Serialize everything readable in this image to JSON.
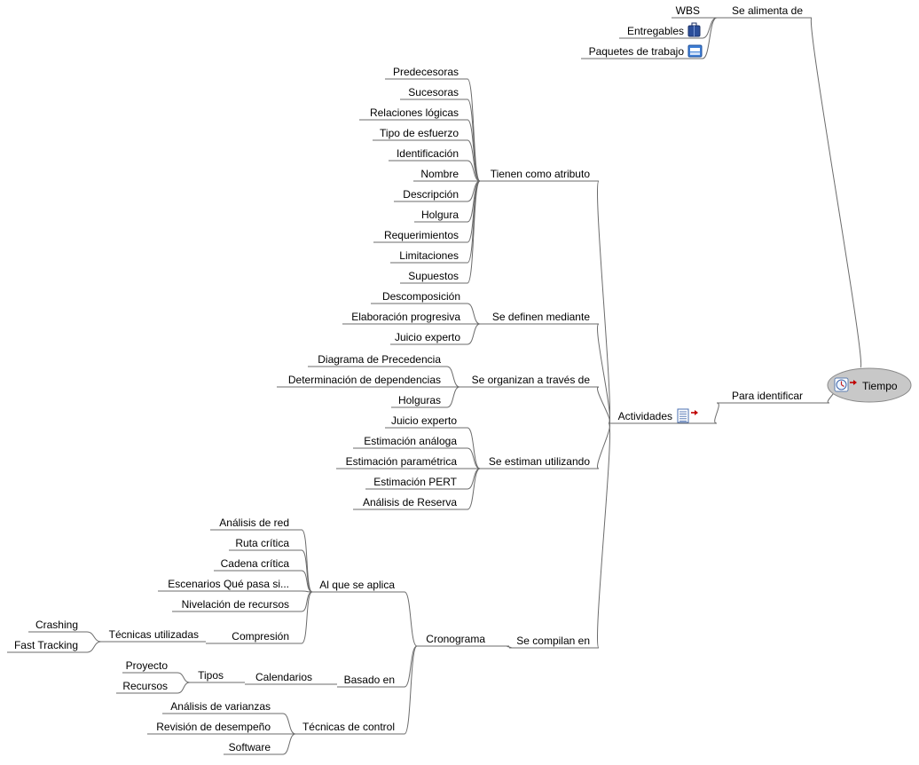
{
  "root": {
    "label": "Tiempo",
    "icon": "clock-icon",
    "link_icon": "red-arrow-icon"
  },
  "branches": {
    "se_alimenta_de": {
      "label": "Se alimenta de",
      "children": [
        {
          "label": "WBS"
        },
        {
          "label": "Entregables",
          "icon": "briefcase-icon"
        },
        {
          "label": "Paquetes de trabajo",
          "icon": "folder-icon"
        }
      ]
    },
    "para_identificar": {
      "label": "Para identificar",
      "actividades": {
        "label": "Actividades",
        "icons": [
          "task-list-icon",
          "red-arrow-icon"
        ],
        "groups": [
          {
            "label": "Tienen como atributo",
            "children": [
              "Predecesoras",
              "Sucesoras",
              "Relaciones lógicas",
              "Tipo de esfuerzo",
              "Identificación",
              "Nombre",
              "Descripción",
              "Holgura",
              "Requerimientos",
              "Limitaciones",
              "Supuestos"
            ]
          },
          {
            "label": "Se definen mediante",
            "children": [
              "Descomposición",
              "Elaboración progresiva",
              "Juicio experto"
            ]
          },
          {
            "label": "Se organizan a través de",
            "children": [
              "Diagrama de Precedencia",
              "Determinación de dependencias",
              "Holguras"
            ]
          },
          {
            "label": "Se estiman utilizando",
            "children": [
              "Juicio experto",
              "Estimación análoga",
              "Estimación paramétrica",
              "Estimación PERT",
              "Análisis de Reserva"
            ]
          }
        ],
        "se_compilan_en": {
          "label": "Se compilan en",
          "cronograma": {
            "label": "Cronograma",
            "al_que_se_aplica": {
              "label": "Al que se aplica",
              "children": [
                "Análisis de red",
                "Ruta crítica",
                "Cadena crítica",
                "Escenarios Qué pasa si...",
                "Nivelación de recursos"
              ],
              "compresion": {
                "label": "Compresión",
                "tecnicas": {
                  "label": "Técnicas utilizadas",
                  "children": [
                    "Crashing",
                    "Fast Tracking"
                  ]
                }
              }
            },
            "basado_en": {
              "label": "Basado en",
              "calendarios": {
                "label": "Calendarios",
                "tipos": {
                  "label": "Tipos",
                  "children": [
                    "Proyecto",
                    "Recursos"
                  ]
                }
              }
            },
            "tecnicas_de_control": {
              "label": "Técnicas de control",
              "children": [
                "Análisis de varianzas",
                "Revisión de desempeño",
                "Software"
              ]
            }
          }
        }
      }
    }
  }
}
